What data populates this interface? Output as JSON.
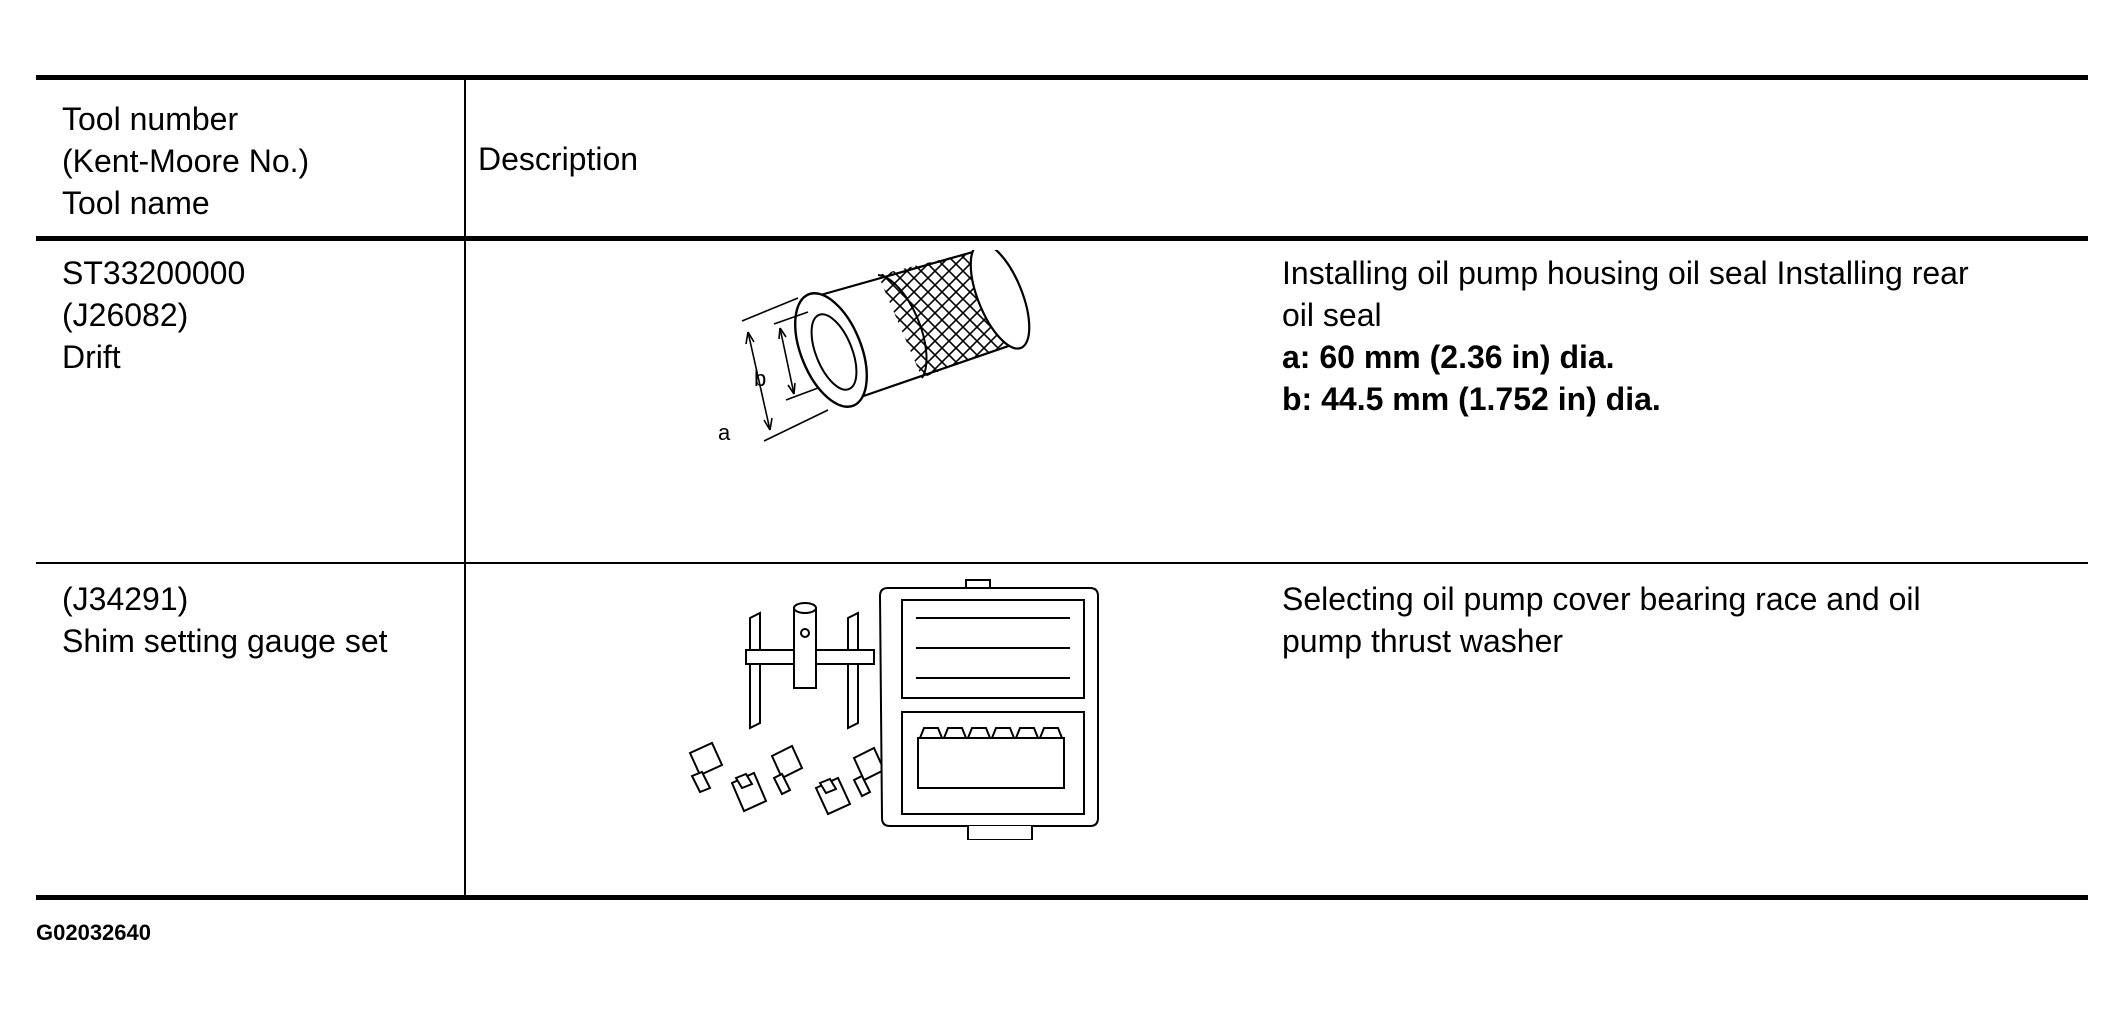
{
  "header": {
    "tool_col": [
      "Tool number",
      "(Kent-Moore No.)",
      "Tool name"
    ],
    "description_col": "Description"
  },
  "rows": [
    {
      "tool": [
        "ST33200000",
        "(J26082)",
        "Drift"
      ],
      "description": [
        "Installing oil pump housing oil seal Installing rear",
        "oil seal"
      ],
      "specs": [
        "a: 60 mm (2.36 in) dia.",
        "b: 44.5 mm (1.752 in) dia."
      ],
      "illustration": {
        "icon": "drift-tool-icon",
        "dim_a": "a",
        "dim_b": "b"
      }
    },
    {
      "tool": [
        "(J34291)",
        "Shim setting gauge set"
      ],
      "description": [
        "Selecting oil pump cover bearing race and oil",
        "pump thrust washer"
      ],
      "illustration": {
        "icon": "shim-gauge-set-icon"
      }
    }
  ],
  "footer": {
    "figure_code": "G02032640"
  }
}
